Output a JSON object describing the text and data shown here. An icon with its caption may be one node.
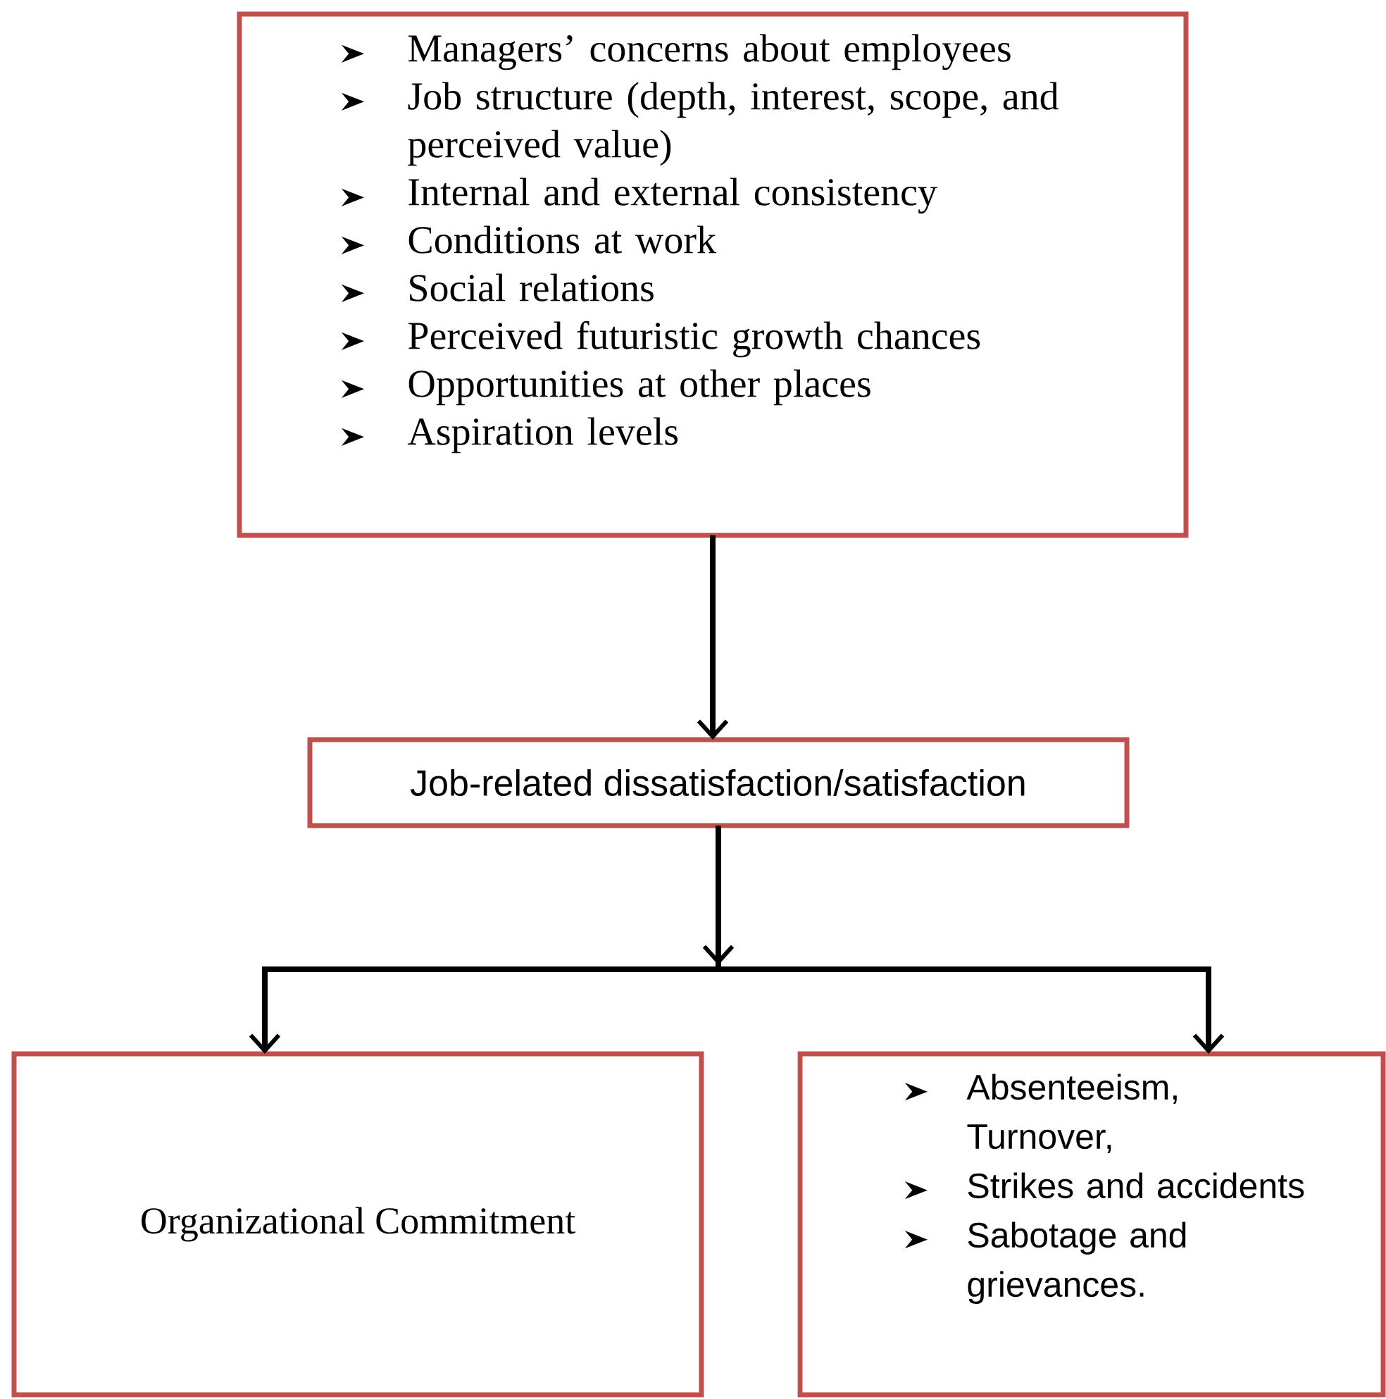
{
  "diagram": {
    "nodes": [
      {
        "text": [
          "Managers’ concerns about employees",
          "Job structure (depth, interest, scope, and perceived value)",
          "Internal and external consistency",
          "Conditions at work",
          "Social relations",
          "Perceived futuristic growth chances",
          "Opportunities at other places",
          "Aspiration levels"
        ]
      },
      {
        "text": [
          "Job-related dissatisfaction/satisfaction"
        ]
      },
      {
        "text": [
          "Organizational Commitment"
        ]
      },
      {
        "text": [
          "Absenteeism, Turnover,",
          "Strikes and accidents",
          "Sabotage and grievances."
        ]
      }
    ],
    "edges": [
      {
        "from": 0,
        "to": 1,
        "arrow": "to"
      },
      {
        "from": 1,
        "to": 2,
        "arrow": "to"
      },
      {
        "from": 1,
        "to": 3,
        "arrow": "to"
      }
    ]
  }
}
